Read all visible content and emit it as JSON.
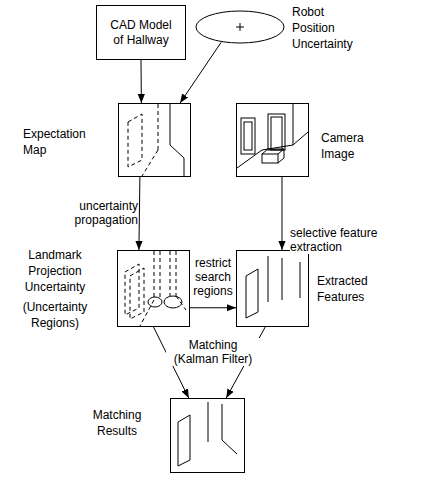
{
  "diagram": {
    "nodes": [
      {
        "text": [
          "CAD Model of Hallway"
        ]
      },
      {
        "text": [
          "Robot Position Uncertainty"
        ]
      },
      {
        "text": [
          "Expectation Map"
        ]
      },
      {
        "text": [
          "Camera Image"
        ]
      },
      {
        "text": [
          "Landmark Projection Uncertainty",
          "(Uncertainty Regions)"
        ]
      },
      {
        "text": [
          "Extracted Features"
        ]
      },
      {
        "text": [
          "Matching Results"
        ]
      }
    ],
    "edges": [
      {
        "from": 0,
        "to": 2,
        "arrow": "to"
      },
      {
        "from": 1,
        "to": 2,
        "arrow": "to"
      },
      {
        "from": 2,
        "to": 4,
        "label": "uncertainty propagation",
        "arrow": "to"
      },
      {
        "from": 3,
        "to": 5,
        "label": "selective feature extraction",
        "arrow": "to"
      },
      {
        "from": 4,
        "to": 5,
        "label": "restrict search regions",
        "arrow": "to"
      },
      {
        "from": 4,
        "to": 6,
        "arrow": "to"
      },
      {
        "from": 5,
        "to": 6,
        "arrow": "to"
      }
    ],
    "labels": [
      "Matching (Kalman Filter)"
    ]
  }
}
